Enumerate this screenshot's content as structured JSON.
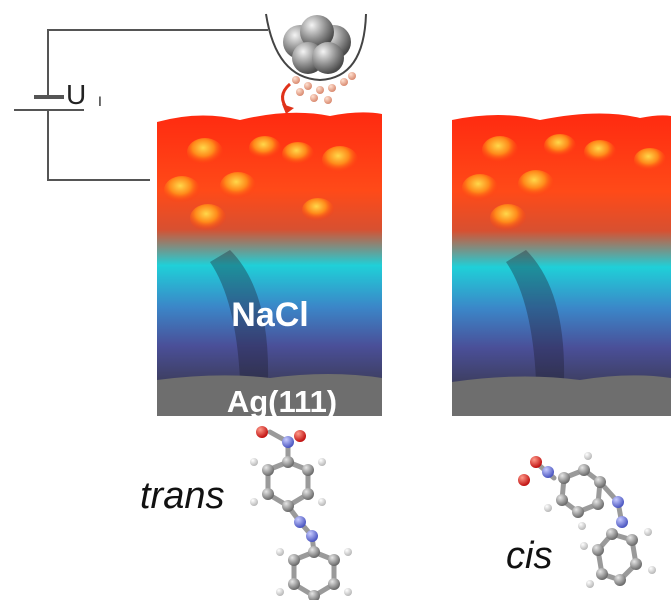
{
  "circuit": {
    "voltage_label": "U",
    "voltage_subscript": "I"
  },
  "panel_left": {
    "layer_top": "NaCl",
    "layer_bottom": "Ag(111)"
  },
  "isomers": {
    "left": "trans",
    "right": "cis"
  },
  "colors": {
    "surface_top": "#ff3a1a",
    "surface_mid": "#22d6dc",
    "surface_low": "#4a5fb0",
    "substrate": "#7a7a7a",
    "tip": "#8a8a8a",
    "arrow": "#e0321a",
    "nitro_o": "#e0201a",
    "nitrogen": "#6a78d8",
    "carbon": "#8e8e8e",
    "hydrogen": "#f2f2f2"
  }
}
